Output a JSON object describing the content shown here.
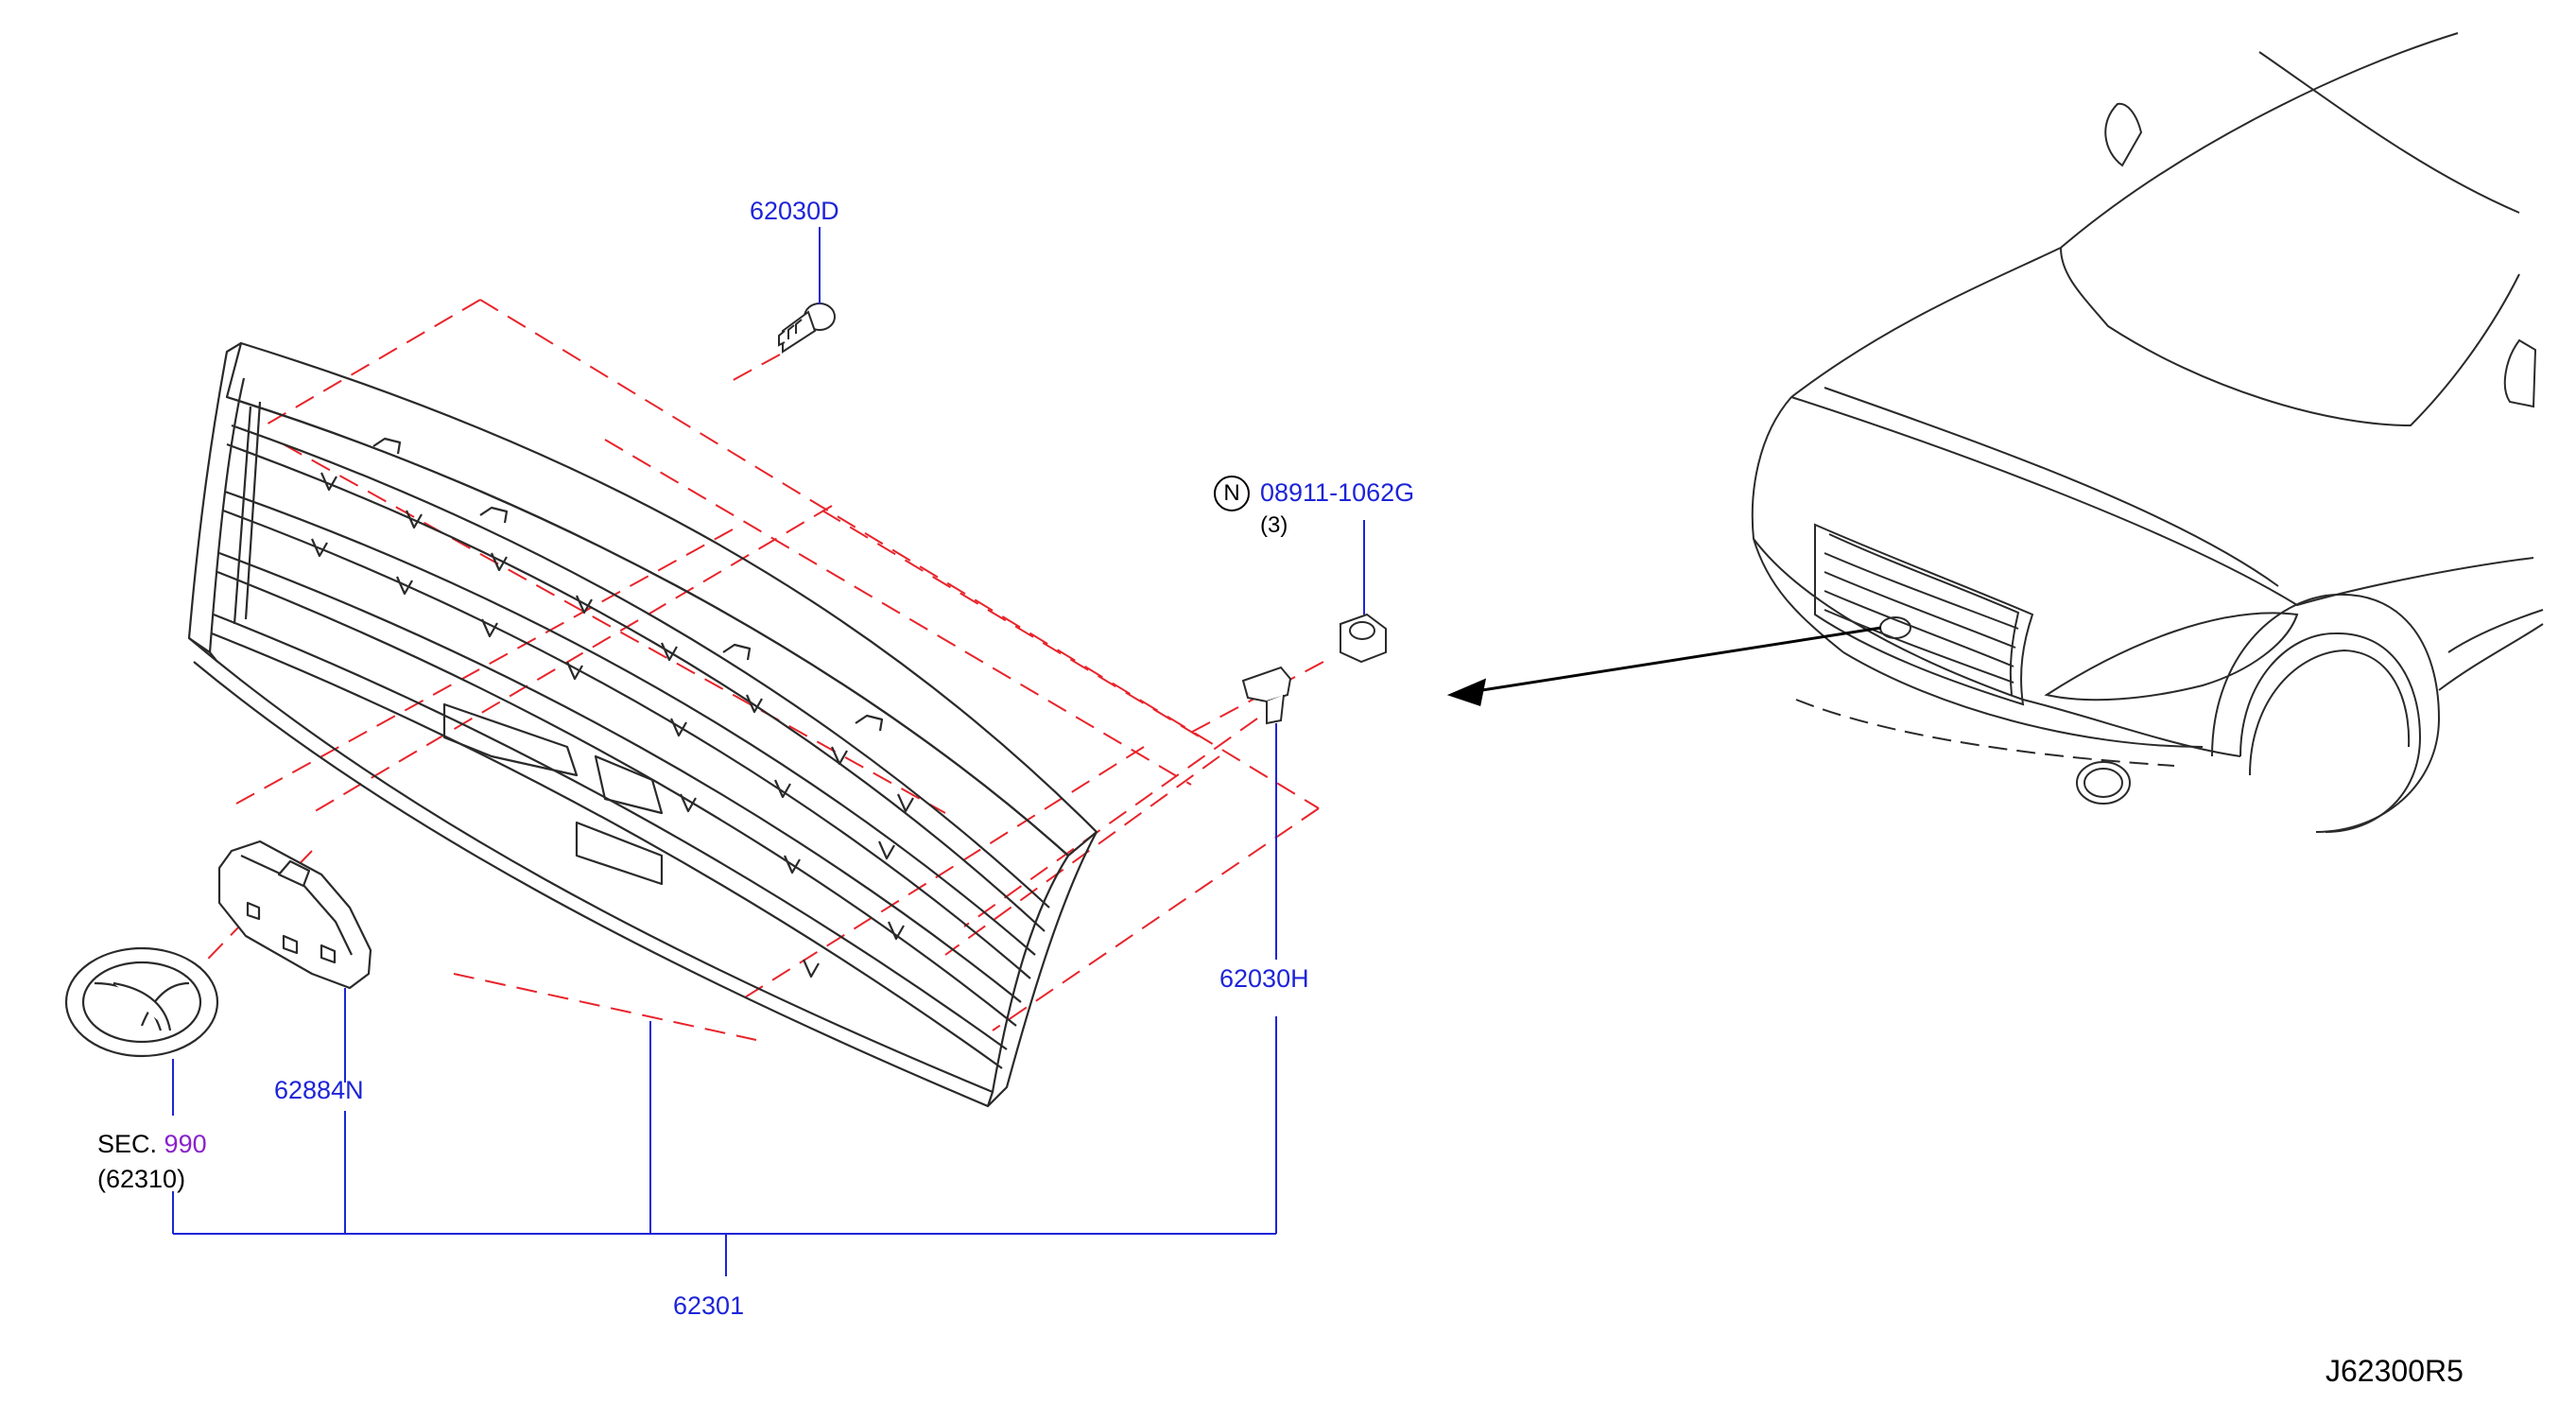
{
  "callouts": {
    "clip_top": "62030D",
    "nut_code": "N",
    "nut": "08911-1062G",
    "nut_qty": "(3)",
    "clip_right": "62030H",
    "emblem_base": "62884N",
    "sec_prefix": "SEC.",
    "sec_number": "990",
    "sec_sub": "(62310)",
    "grille_assembly": "62301"
  },
  "diagram_ref": "J62300R5",
  "colors": {
    "part_number": "#1d24d8",
    "section_link": "#8a22c9",
    "phantom_line": "#e8242b",
    "leader": "#1d24d8"
  }
}
